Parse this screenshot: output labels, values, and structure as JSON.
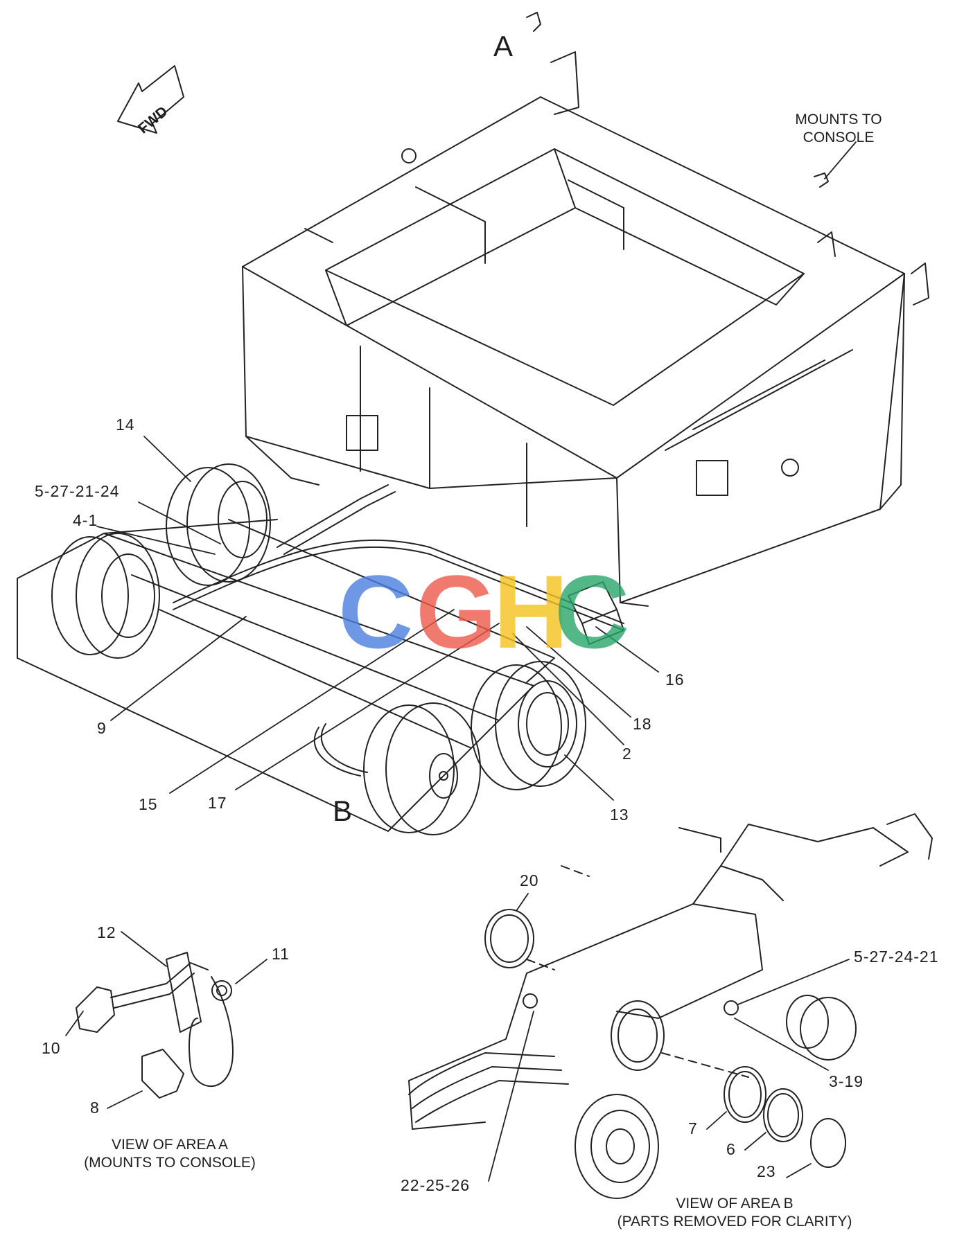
{
  "diagram": {
    "area_labels": {
      "a": "A",
      "b": "B"
    },
    "fwd_label": "FWD",
    "note_mounts": [
      "MOUNTS TO",
      "CONSOLE"
    ],
    "caption_a": [
      "VIEW OF AREA A",
      "(MOUNTS TO CONSOLE)"
    ],
    "caption_b": [
      "VIEW OF AREA B",
      "(PARTS REMOVED FOR CLARITY)"
    ],
    "callouts": {
      "c14": "14",
      "c5_27_21_24": "5-27-21-24",
      "c4_1": "4-1",
      "c9": "9",
      "c15": "15",
      "c17": "17",
      "c13": "13",
      "c2": "2",
      "c18": "18",
      "c16": "16",
      "c12": "12",
      "c11": "11",
      "c10": "10",
      "c8": "8",
      "c20": "20",
      "c5_27_24_21": "5-27-24-21",
      "c3_19": "3-19",
      "c7": "7",
      "c6": "6",
      "c23": "23",
      "c22_25_26": "22-25-26"
    },
    "watermark": [
      "C",
      "G",
      "H",
      "C"
    ],
    "watermark_colors": [
      "#4a7fe0",
      "#ee5a4a",
      "#f5c21c",
      "#2aa66a"
    ]
  }
}
